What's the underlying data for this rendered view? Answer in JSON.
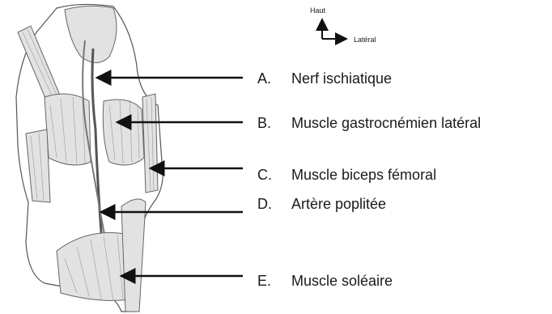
{
  "compass": {
    "up_label": "Haut",
    "right_label": "Latéral"
  },
  "labels": [
    {
      "letter": "A.",
      "text": "Nerf ischiatique"
    },
    {
      "letter": "B.",
      "text": "Muscle gastrocnémien latéral"
    },
    {
      "letter": "C.",
      "text": "Muscle biceps fémoral"
    },
    {
      "letter": "D.",
      "text": "Artère poplitée"
    },
    {
      "letter": "E.",
      "text": "Muscle soléaire"
    }
  ]
}
